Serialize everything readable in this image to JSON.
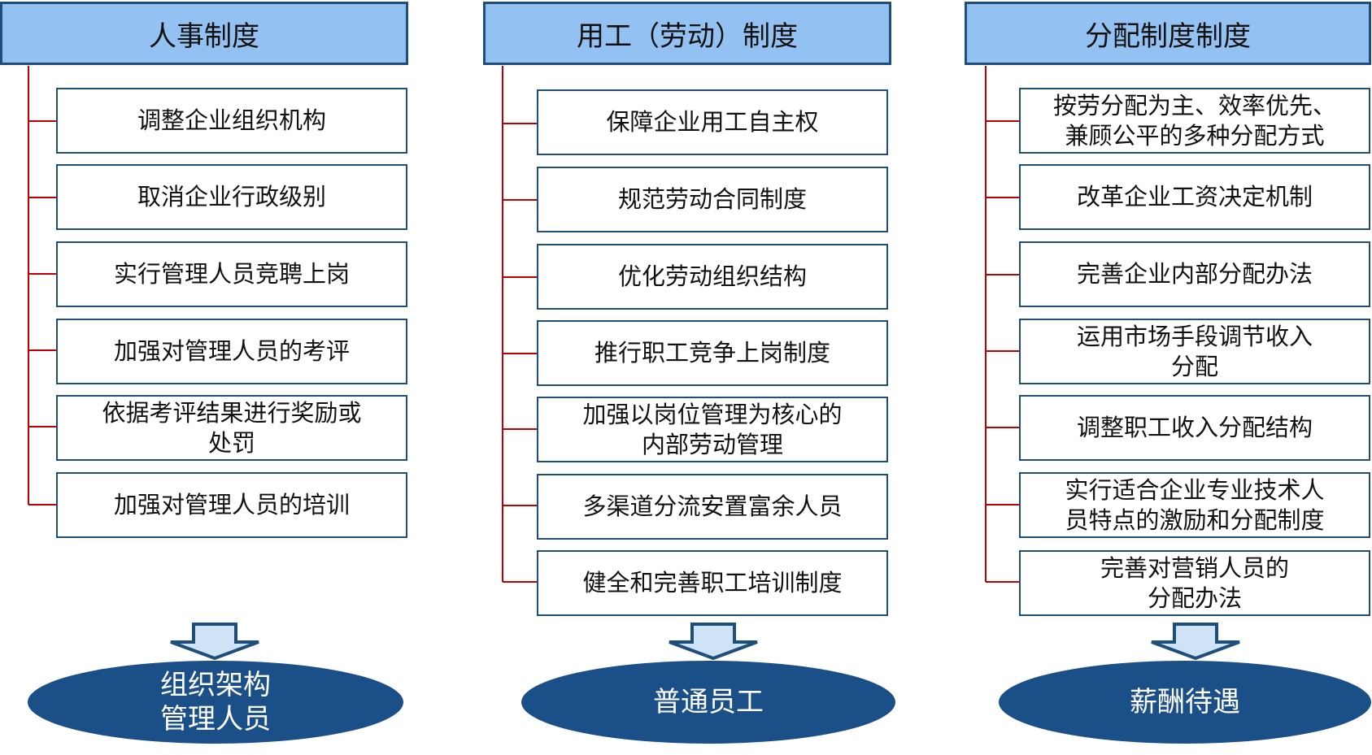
{
  "columns": [
    {
      "title": "人事制度",
      "items": [
        "调整企业组织机构",
        "取消企业行政级别",
        "实行管理人员竞聘上岗",
        "加强对管理人员的考评",
        "依据考评结果进行奖励或\n处罚",
        "加强对管理人员的培训"
      ],
      "result": "组织架构\n管理人员"
    },
    {
      "title": "用工（劳动）制度",
      "items": [
        "保障企业用工自主权",
        "规范劳动合同制度",
        "优化劳动组织结构",
        "推行职工竞争上岗制度",
        "加强以岗位管理为核心的\n内部劳动管理",
        "多渠道分流安置富余人员",
        "健全和完善职工培训制度"
      ],
      "result": "普通员工"
    },
    {
      "title": "分配制度制度",
      "items": [
        "按劳分配为主、效率优先、\n兼顾公平的多种分配方式",
        "改革企业工资决定机制",
        "完善企业内部分配办法",
        "运用市场手段调节收入\n分配",
        "调整职工收入分配结构",
        "实行适合企业专业技术人\n员特点的激励和分配制度",
        "完善对营销人员的\n分配办法"
      ],
      "result": "薪酬待遇"
    }
  ],
  "colors": {
    "header_fill": "#92c1f2",
    "border": "#1f4e79",
    "connector": "#c00000",
    "arrow_fill": "#cfe3f7",
    "ellipse_fill": "#1b4f88"
  }
}
